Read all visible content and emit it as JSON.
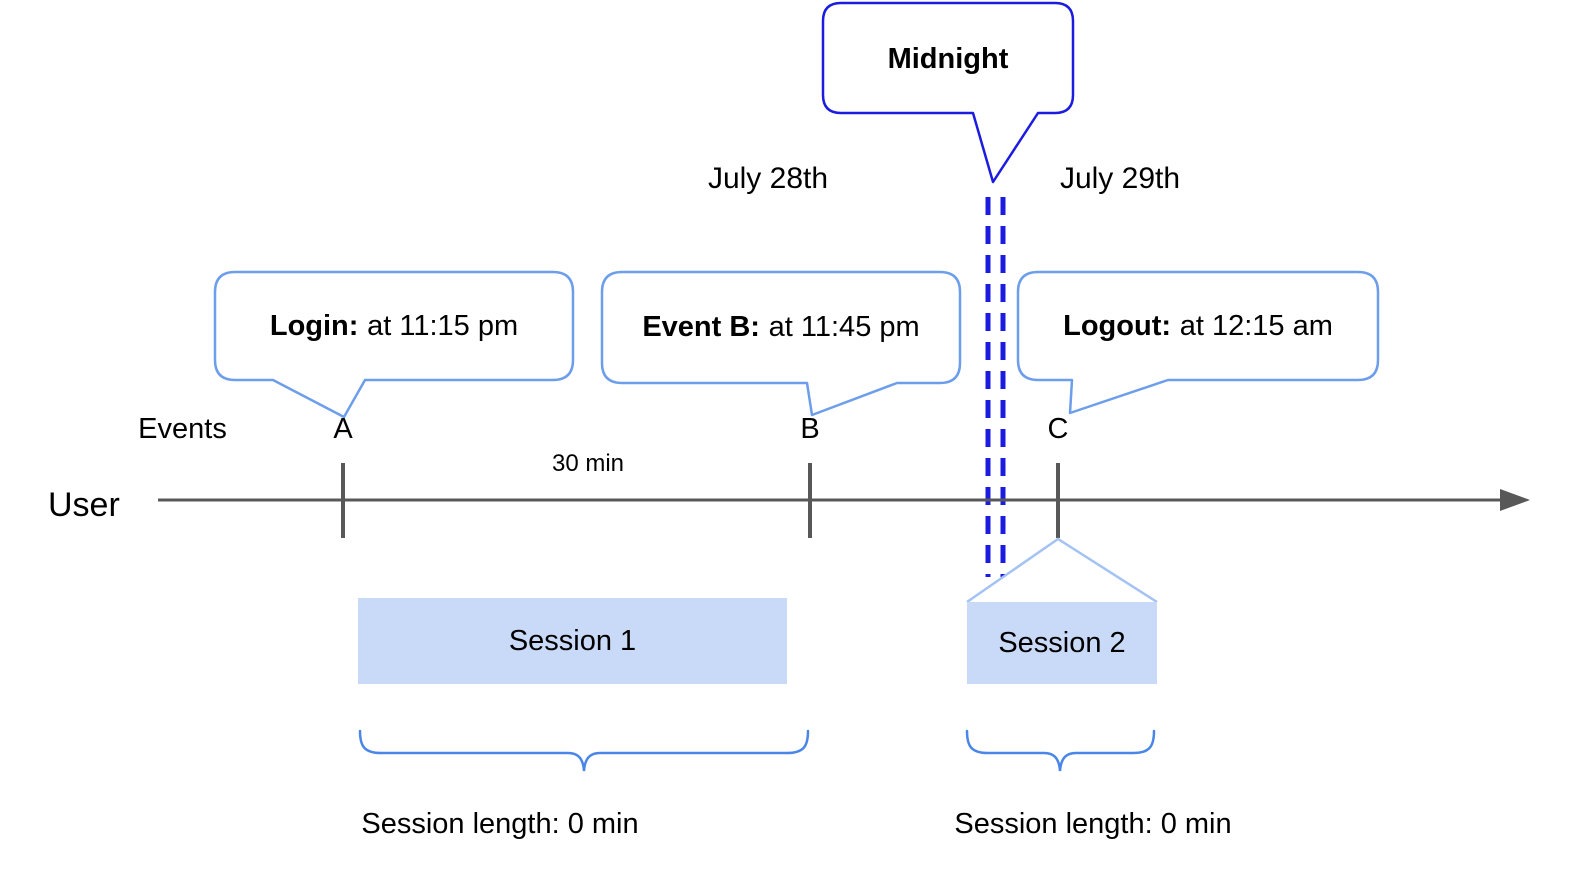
{
  "midnight_callout": {
    "label": "Midnight"
  },
  "date_labels": {
    "before": "July 28th",
    "after": "July 29th"
  },
  "event_callouts": {
    "login": {
      "label": "Login:",
      "time": "at 11:15 pm"
    },
    "event_b": {
      "label": "Event B:",
      "time": "at 11:45 pm"
    },
    "logout": {
      "label": "Logout:",
      "time": "at 12:15 am"
    }
  },
  "timeline": {
    "events_label": "Events",
    "user_label": "User",
    "markers": {
      "a": "A",
      "b": "B",
      "c": "C"
    },
    "interval_label": "30 min"
  },
  "sessions": {
    "session1": {
      "name": "Session 1",
      "length": "Session length: 0 min"
    },
    "session2": {
      "name": "Session 2",
      "length": "Session length: 0 min"
    }
  },
  "colors": {
    "callout_border_blue": "#6d9eeb",
    "midnight_blue": "#1c1ce0",
    "brace_blue": "#4a86e8",
    "session_fill": "#c9daf8",
    "pointer_triangle_blue": "#a4c2f4",
    "axis_gray": "#585858",
    "text_black": "#000000"
  }
}
